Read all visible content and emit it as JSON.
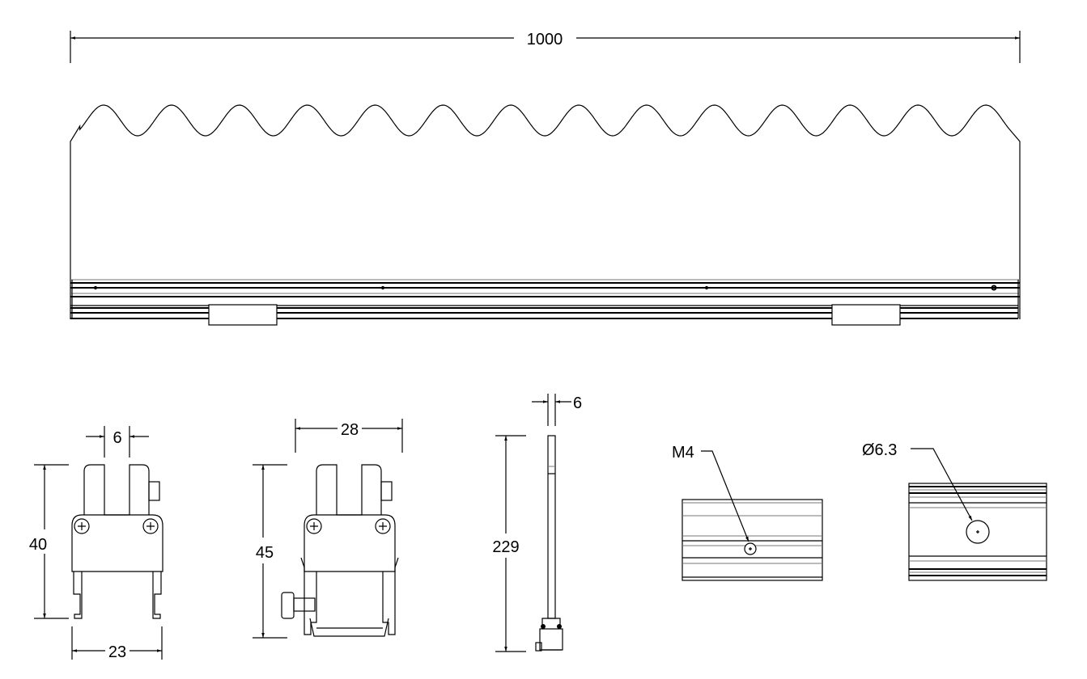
{
  "drawing": {
    "dimensions": {
      "overall_length": "1000",
      "clip_slot_width": "6",
      "clip_height": "40",
      "clip_width": "23",
      "bracket_width": "28",
      "bracket_height": "45",
      "side_thickness": "6",
      "side_height": "229"
    },
    "callouts": {
      "thread": "M4",
      "hole_diameter": "Ø6.3"
    }
  }
}
